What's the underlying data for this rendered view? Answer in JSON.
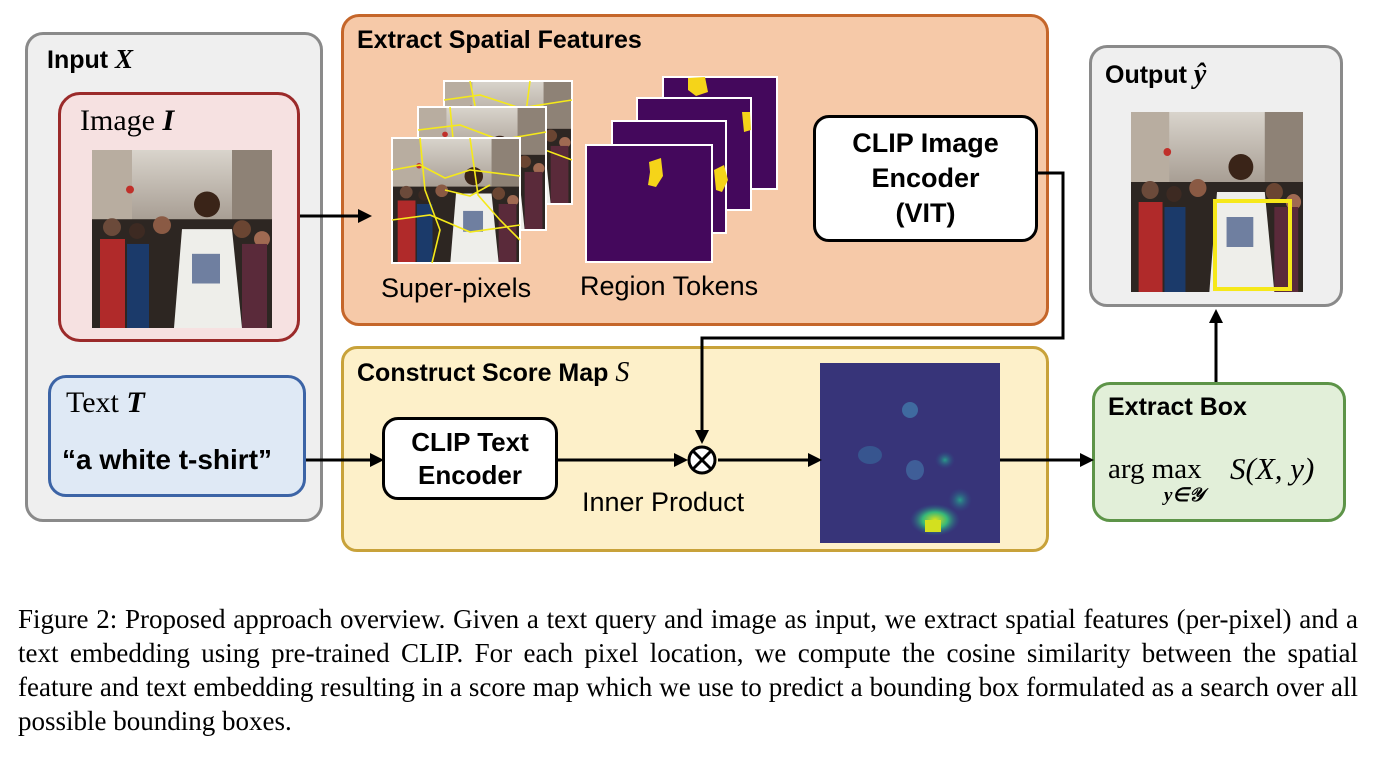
{
  "input": {
    "title": "Input ",
    "title_var": "X",
    "image_label": "Image ",
    "image_var": "I",
    "text_label": "Text ",
    "text_var": "T",
    "query": "“a white t-shirt”"
  },
  "extract": {
    "title": "Extract Spatial Features",
    "superpixels_label": "Super-pixels",
    "region_tokens_label": "Region Tokens",
    "encoder_line1": "CLIP Image",
    "encoder_line2": "Encoder",
    "encoder_line3": "(VIT)"
  },
  "score": {
    "title": "Construct Score Map ",
    "title_var": "S",
    "text_encoder_line1": "CLIP Text",
    "text_encoder_line2": "Encoder",
    "inner_product_label": "Inner Product",
    "operator_symbol": "⊗"
  },
  "output": {
    "title": "Output ",
    "title_var": "ŷ"
  },
  "extract_box": {
    "title": "Extract Box",
    "formula_arg": "arg max",
    "formula_sub": "y∈𝒴",
    "formula_expr": "S(X, y)"
  },
  "caption": "Figure 2: Proposed approach overview. Given a text query and image as input, we extract spatial features (per-pixel) and a text embedding using pre-trained CLIP. For each pixel location, we compute the cosine similarity between the spatial feature and text embedding resulting in a score map which we use to predict a bounding box formulated as a search over all possible bounding boxes.",
  "colors": {
    "input_border": "#8a8a8a",
    "image_border": "#9b2a2a",
    "text_border": "#3c64a6",
    "extract_border": "#c5662a",
    "score_border": "#c8a23a",
    "extract_box_border": "#5d9448",
    "region_token_bg": "#44085c",
    "region_token_blob": "#f5d419",
    "bbox": "#f6e81a"
  }
}
